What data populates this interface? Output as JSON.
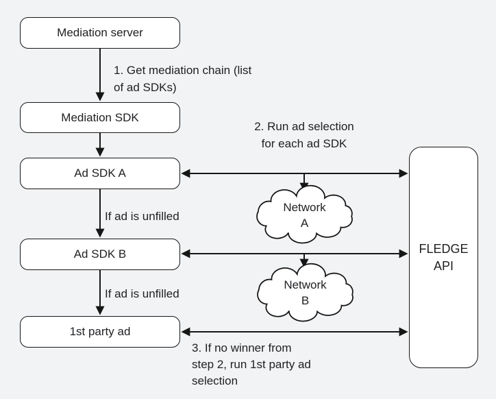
{
  "diagram": {
    "background_color": "#f1f3f4",
    "stroke_color": "#161616",
    "text_color": "#202124",
    "nodes": {
      "mediation_server": "Mediation server",
      "mediation_sdk": "Mediation SDK",
      "ad_sdk_a": "Ad SDK A",
      "ad_sdk_b": "Ad SDK B",
      "first_party_ad": "1st party ad",
      "fledge_api": "FLEDGE\nAPI"
    },
    "clouds": {
      "network_a": "Network\nA",
      "network_b": "Network\nB"
    },
    "annotations": {
      "step1": "1. Get mediation chain (list\nof ad SDKs)",
      "step2": "2. Run ad selection\nfor each ad SDK",
      "if_unfilled_1": "If ad is unfilled",
      "if_unfilled_2": "If ad is unfilled",
      "step3": "3. If no winner from\nstep 2, run 1st party ad\nselection"
    }
  }
}
